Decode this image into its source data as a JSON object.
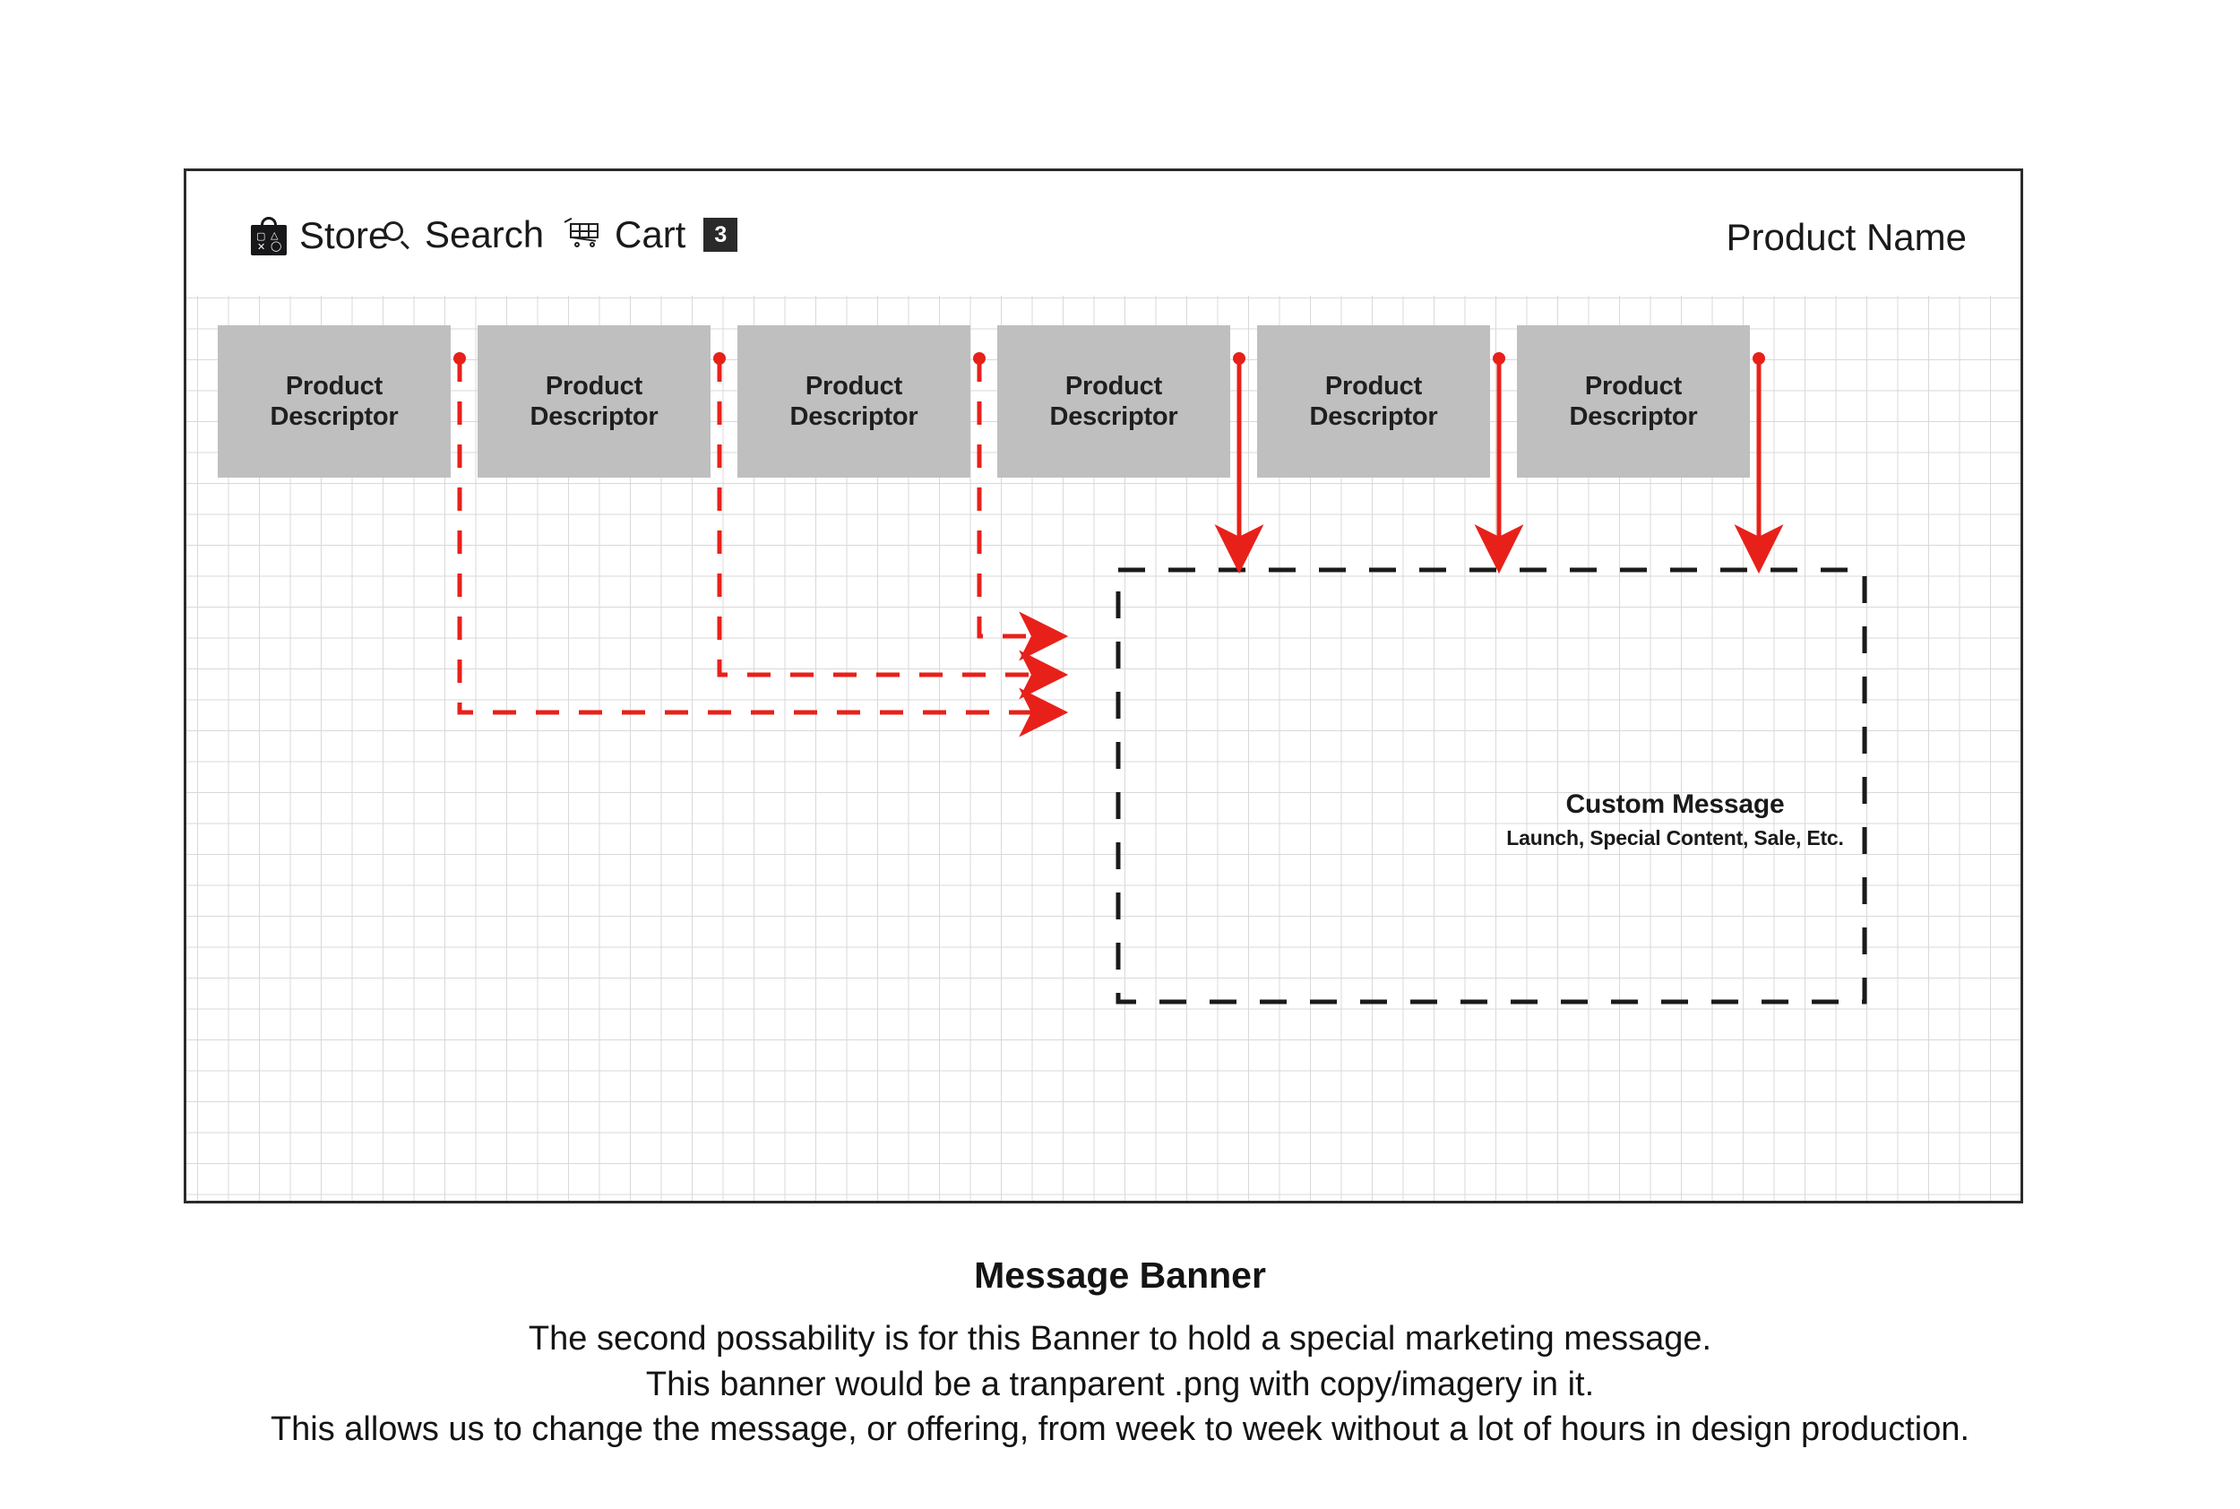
{
  "header": {
    "store": {
      "icon": "store-bag-icon",
      "label": "Store"
    },
    "search": {
      "icon": "search-icon",
      "label": "Search"
    },
    "cart": {
      "icon": "cart-icon",
      "label": "Cart",
      "badge": "3"
    },
    "product_name": "Product Name"
  },
  "product_boxes": [
    {
      "label": "Product\nDescriptor"
    },
    {
      "label": "Product\nDescriptor"
    },
    {
      "label": "Product\nDescriptor"
    },
    {
      "label": "Product\nDescriptor"
    },
    {
      "label": "Product\nDescriptor"
    },
    {
      "label": "Product\nDescriptor"
    }
  ],
  "message_box": {
    "title": "Custom Message",
    "subtitle": "Launch,  Special Content, Sale, Etc."
  },
  "caption": {
    "title": "Message Banner",
    "lines": [
      "The second possability is for this Banner to hold a special marketing message.",
      "This banner would be a tranparent .png with copy/imagery in it.",
      "This allows us to change the message, or offering, from week to week without a lot of hours in design production."
    ]
  },
  "colors": {
    "connector_red": "#e8201a",
    "box_gray": "#bfbfbf",
    "frame_border": "#2b2b2b",
    "dashed_black": "#1a1a1a",
    "badge_bg": "#2a2a2a"
  }
}
